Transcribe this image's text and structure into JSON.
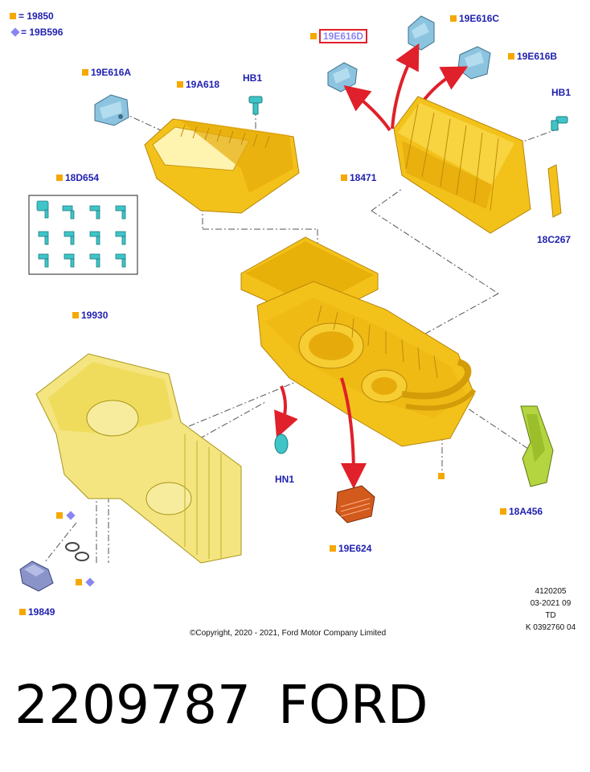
{
  "legend": [
    {
      "symbol": "square",
      "text": "= 19850"
    },
    {
      "symbol": "diamond",
      "text": "= 19B596"
    }
  ],
  "labels": {
    "l19E616D": "19E616D",
    "l19E616C": "19E616C",
    "l19E616B": "19E616B",
    "l19E616A": "19E616A",
    "l19A618": "19A618",
    "lHB1a": "HB1",
    "lHB1b": "HB1",
    "l18471": "18471",
    "l18D654": "18D654",
    "l18C267": "18C267",
    "l19930": "19930",
    "lHN1": "HN1",
    "l19E624": "19E624",
    "l18A456": "18A456",
    "l19849": "19849"
  },
  "meta": [
    "4120205",
    "03-2021 09",
    "TD",
    "K 0392760 04"
  ],
  "copyright": "©Copyright, 2020 - 2021, Ford Motor Company Limited",
  "part_number": "2209787",
  "brand": "FORD",
  "colors": {
    "part_yellow": "#f5c518",
    "label_blue": "#1f1fb0",
    "arrow_red": "#e0202a",
    "highlight_violet": "#8a86f0",
    "part_blue": "#7fb8d8",
    "fastener_cyan": "#3fc4c8"
  }
}
